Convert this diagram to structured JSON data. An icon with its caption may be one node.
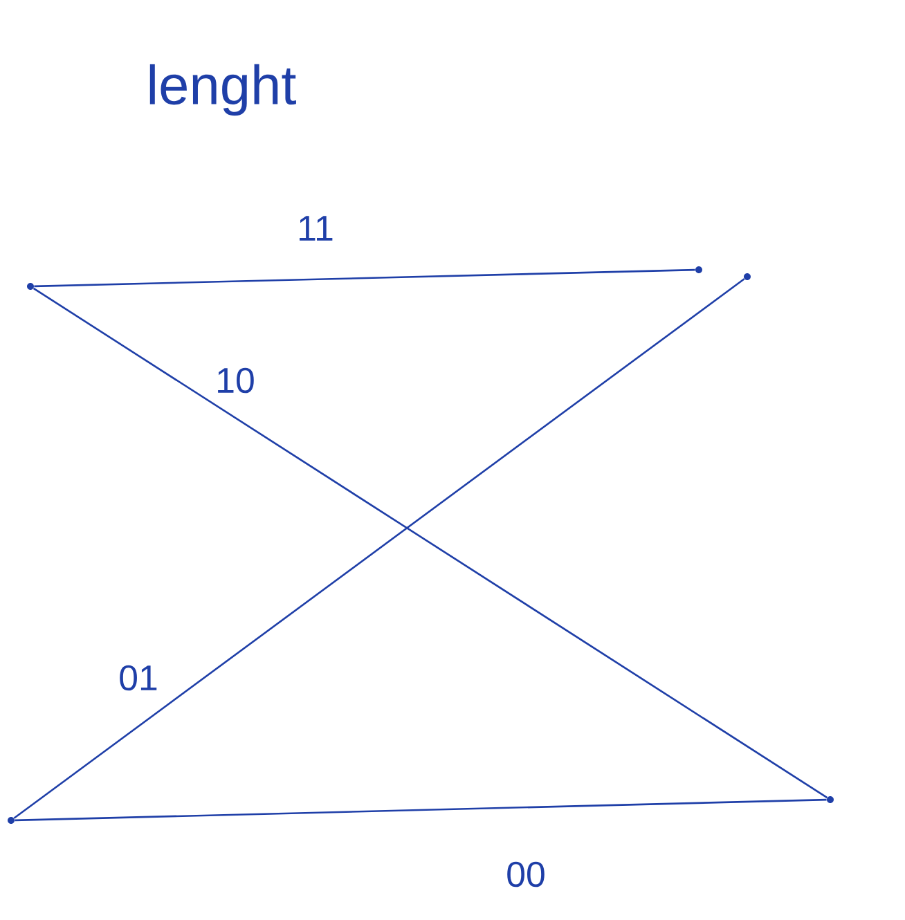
{
  "diagram": {
    "title": "lenght",
    "nodes": [
      {
        "text": [],
        "shape": "circle"
      },
      {
        "text": [],
        "shape": "circle"
      },
      {
        "text": [],
        "shape": "circle"
      },
      {
        "text": [],
        "shape": "circle"
      },
      {
        "text": [],
        "shape": "circle"
      }
    ],
    "edges": [
      {
        "from": 0,
        "to": 1,
        "arrow": "none",
        "label": "11"
      },
      {
        "from": 0,
        "to": 4,
        "arrow": "none",
        "label": "10"
      },
      {
        "from": 3,
        "to": 2,
        "arrow": "none",
        "label": "01"
      },
      {
        "from": 3,
        "to": 4,
        "arrow": "none",
        "label": "00"
      }
    ]
  }
}
